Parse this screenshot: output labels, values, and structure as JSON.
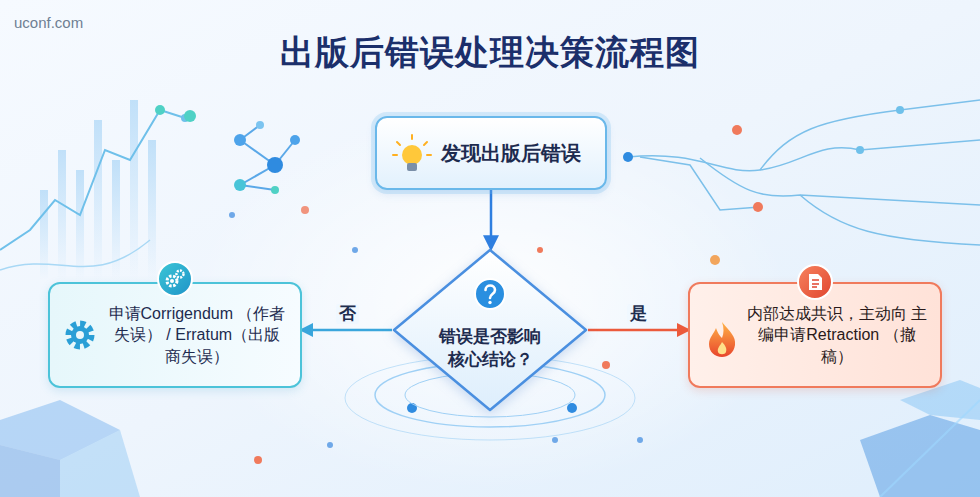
{
  "diagram": {
    "title": "出版后错误处理决策流程图",
    "nodes": [
      {
        "text": [
          "发现出版后错误"
        ]
      },
      {
        "text": [
          "错误是否影响 核心结论？"
        ]
      },
      {
        "text": [
          "申请Corrigendum （作者失误） / Erratum（出版商失误）"
        ]
      },
      {
        "text": [
          "内部达成共识，主动向 主编申请Retraction （撤稿）"
        ]
      }
    ],
    "edges": [
      {
        "from": 0,
        "to": 1,
        "arrow": "to"
      },
      {
        "from": 1,
        "to": 2,
        "label": "否",
        "arrow": "to"
      },
      {
        "from": 1,
        "to": 3,
        "label": "是",
        "arrow": "to"
      }
    ],
    "labels": [
      "uconf.com"
    ]
  }
}
